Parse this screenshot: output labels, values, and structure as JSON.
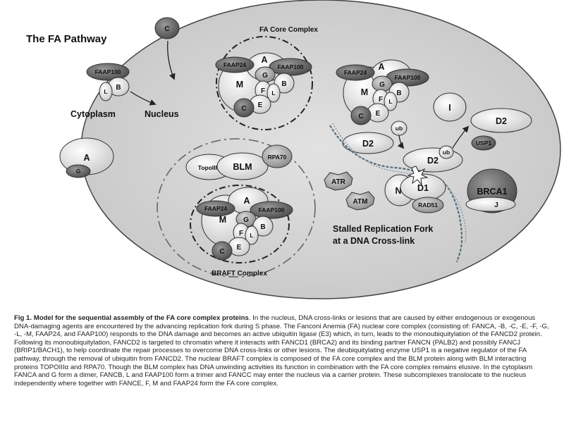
{
  "title": "The FA Pathway",
  "compartments": {
    "cytoplasm": "Cytoplasm",
    "nucleus": "Nucleus"
  },
  "complexes": {
    "fa_core": "FA Core Complex",
    "braft": "BRAFT Complex",
    "stalled_fork_line1": "Stalled Replication Fork",
    "stalled_fork_line2": "at a DNA Cross-link"
  },
  "proteins": {
    "C": "C",
    "A": "A",
    "G": "G",
    "B": "B",
    "L": "L",
    "M": "M",
    "F": "F",
    "E": "E",
    "I": "I",
    "N": "N",
    "J": "J",
    "FAAP100": "FAAP100",
    "FAAP24": "FAAP24",
    "D2": "D2",
    "D1": "D1",
    "ub": "ub",
    "USP1": "USP1",
    "BRCA1": "BRCA1",
    "RAD51": "RAD51",
    "ATR": "ATR",
    "ATM": "ATM",
    "TopoIIIa": "TopoIIIα",
    "BLM": "BLM",
    "RPA70": "RPA70"
  },
  "caption": {
    "heading": "Fig 1. Model for the sequential assembly of the FA core complex proteins",
    "body": ". In the nucleus, DNA cross-links or lesions that are caused by either endogenous or exogenous DNA-damaging agents are encountered by the advancing replication fork during S phase. The Fanconi Anemia (FA) nuclear core complex (consisting of: FANCA, -B, -C, -E, -F, -G, -L, -M, FAAP24, and FAAP100) responds to the DNA damage and becomes an active ubiquitin ligase (E3) which, in turn, leads to the monoubiquitylation of the FANCD2 protein. Following its monoubiquitylation, FANCD2 is targeted to chromatin where it interacts with FANCD1 (BRCA2) and its binding partner FANCN (PALB2) and possibly FANCJ (BRIP1/BACH1), to help coordinate the repair processes to overcome DNA cross-links or other lesions. The deubiquitylating enzyme USP1 is a negative regulator of the FA pathway, through the removal of ubiquitin from FANCD2. The nuclear BRAFT complex is composed of the FA core complex and the BLM protein along with BLM interacting proteins TOPOIIIα and RPA70. Though the BLM complex has DNA unwinding activities its function in combination with the FA core complex remains elusive. In the cytoplasm FANCA and G form a dimer, FANCB, L and FAAP100 form a trimer and FANCC may enter the nucleus via a carrier protein. These subcomplexes translocate to the nucleus independently where together with FANCE, F, M and FAAP24 form the FA core complex."
  },
  "colors": {
    "nucleus_fill": "#d6d6d6",
    "light_protein": "#efefef",
    "mid_protein": "#a8a8a8",
    "dark_protein": "#6e6e6e",
    "outline": "#333333"
  }
}
